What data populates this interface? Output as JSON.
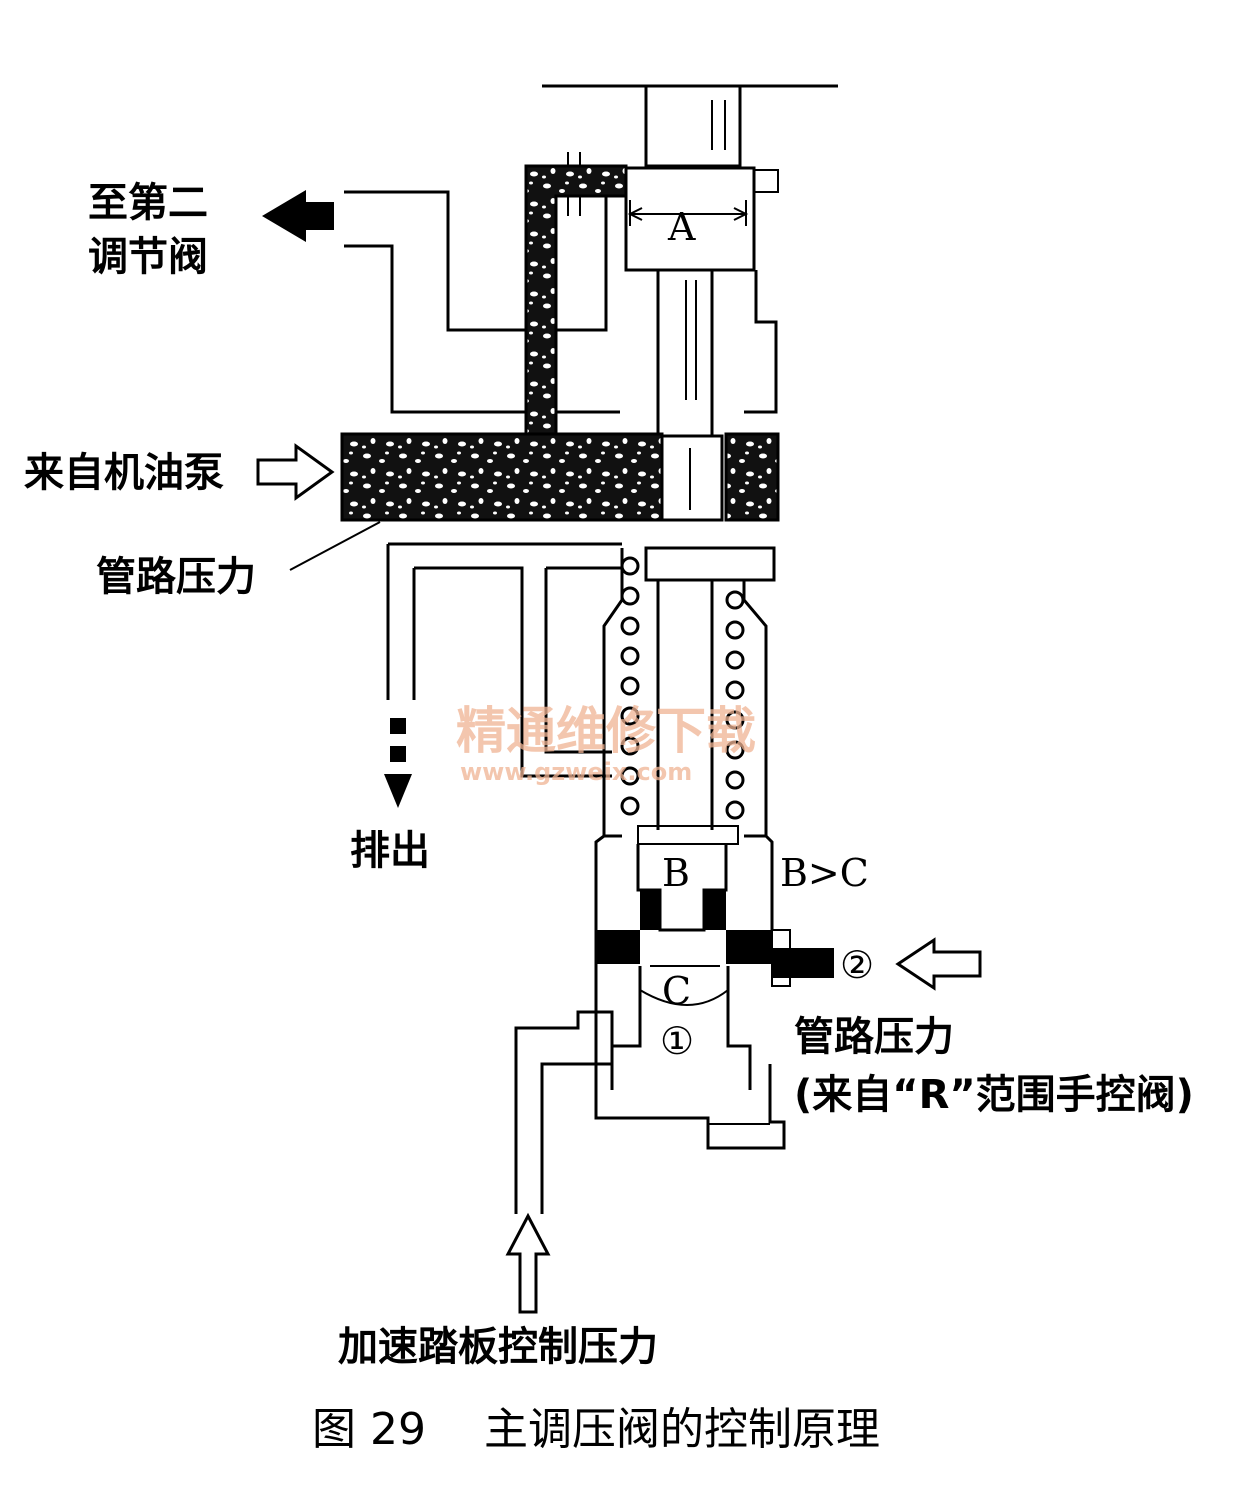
{
  "labels": {
    "to_second_line1": "至第二",
    "to_second_line2": "调节阀",
    "from_pump": "来自机油泵",
    "line_pressure": "管路压力",
    "exhaust": "排出",
    "line_pressure_2": "管路压力",
    "from_r_valve": "(来自“R”范围手控阀)",
    "accelerator": "加速踏板控制压力"
  },
  "symbols": {
    "a": "A",
    "b": "B",
    "c": "C",
    "b_gt_c": "B>C",
    "port1": "①",
    "port2": "②"
  },
  "watermark": {
    "title": "精通维修下载",
    "url": "www.gzweix.com"
  },
  "caption": "图 29　 主调压阀的控制原理"
}
